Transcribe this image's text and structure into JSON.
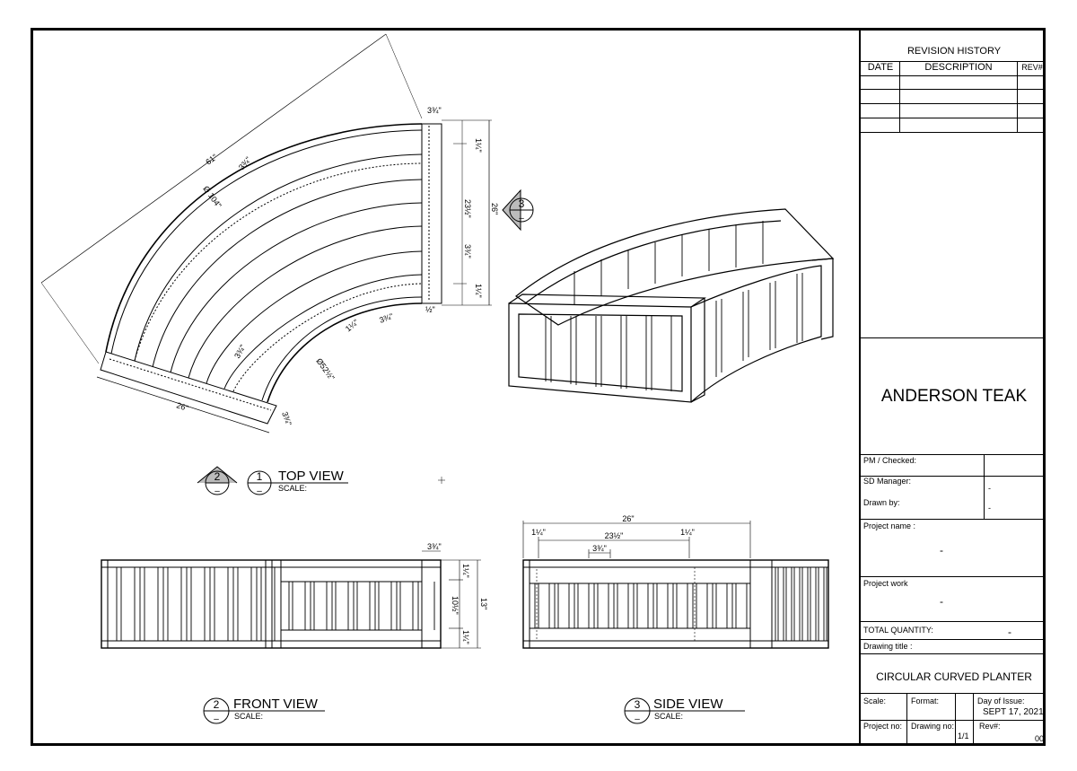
{
  "title_block": {
    "revision_history": "REVISION HISTORY",
    "col_date": "DATE",
    "col_description": "DESCRIPTION",
    "col_rev": "REV#",
    "company": "ANDERSON TEAK",
    "pm_checked": "PM / Checked:",
    "sd_manager": "SD Manager:",
    "drawn_by": "Drawn by:",
    "sd_value": "-",
    "drawn_value": "-",
    "project_name": "Project name :",
    "project_name_value": "-",
    "project_work": "Project work",
    "project_work_value": "-",
    "total_quantity": "TOTAL QUANTITY:",
    "total_quantity_value": "-",
    "drawing_title_label": "Drawing title :",
    "drawing_title": "CIRCULAR CURVED PLANTER",
    "scale": "Scale:",
    "format": "Format:",
    "day_of_issue": "Day of Issue:",
    "issue_date": "SEPT 17, 2021",
    "project_no": "Project no:",
    "drawing_no": "Drawing no:",
    "drawing_no_value": "1/1",
    "rev_no": "Rev#:",
    "rev_value": "00"
  },
  "views": {
    "top": {
      "title": "TOP VIEW",
      "scale": "SCALE:",
      "num": "1",
      "ref": "2",
      "dash": "–"
    },
    "front": {
      "title": "FRONT VIEW",
      "scale": "SCALE:",
      "num": "2",
      "dash": "–"
    },
    "side": {
      "title": "SIDE VIEW",
      "scale": "SCALE:",
      "num": "3",
      "dash": "–"
    },
    "callout3": {
      "num": "3",
      "dash": "–"
    }
  },
  "dims": {
    "top_61": "61\"",
    "top_dia_outer": "Ø 104\"",
    "top_3q_a": "3¾\"",
    "top_3q_b": "3¾\"",
    "top_1_1q_a": "1¼\"",
    "top_23_half": "23½\"",
    "top_3q_c": "3¾\"",
    "top_1_1q_b": "1¼\"",
    "top_26_right": "26\"",
    "top_half": "½\"",
    "top_3q_d": "3¾\"",
    "top_1_1q_c": "1¼\"",
    "top_3q_e": "3¾\"",
    "top_dia_inner": "Ø52½\"",
    "top_26_bottom": "26\"",
    "top_3q_f": "3¾\"",
    "front_3q": "3¾\"",
    "front_1_1q_a": "1¼\"",
    "front_10_half": "10½\"",
    "front_1_1q_b": "1¼\"",
    "front_13": "13\"",
    "side_26": "26\"",
    "side_1_1q_a": "1¼\"",
    "side_23_half": "23½\"",
    "side_1_1q_b": "1¼\"",
    "side_3q": "3¾\""
  }
}
